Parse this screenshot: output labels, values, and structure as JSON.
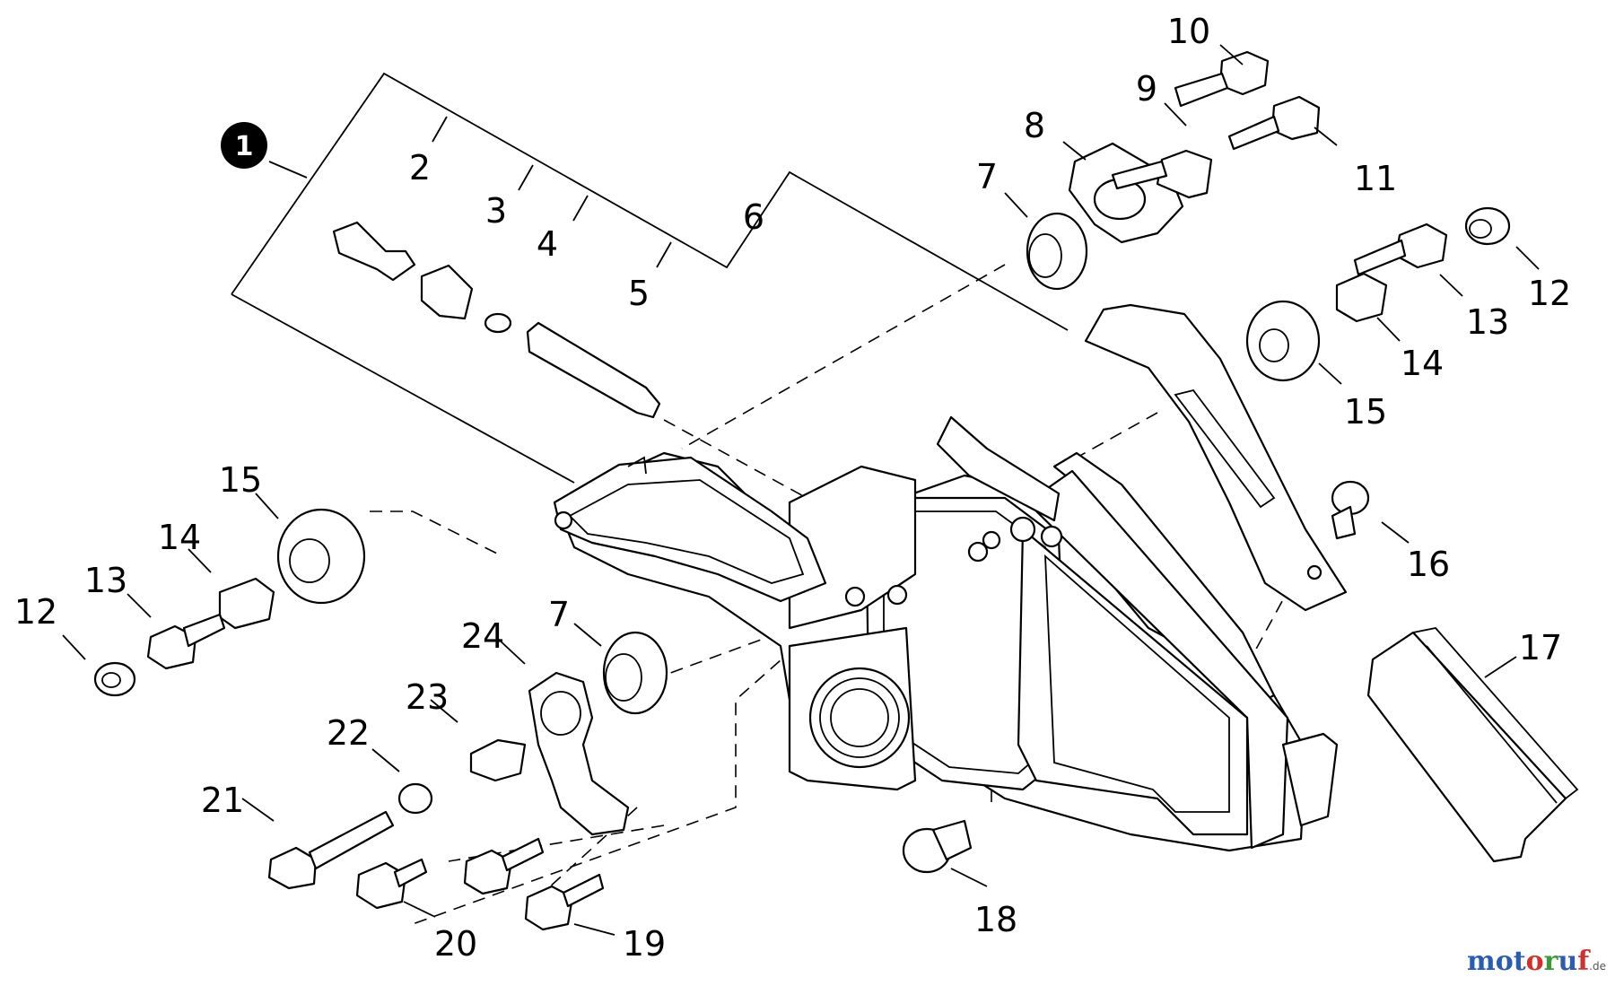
{
  "diagram": {
    "assembly_badge": "1",
    "callouts": [
      "2",
      "3",
      "4",
      "5",
      "6",
      "7",
      "8",
      "9",
      "10",
      "11",
      "12",
      "13",
      "14",
      "15",
      "16",
      "17",
      "18",
      "19",
      "20",
      "21",
      "22",
      "23",
      "24"
    ],
    "watermark": {
      "brand": "motoruf",
      "domain": ".de"
    },
    "colors": {
      "line": "#000000",
      "background": "#ffffff",
      "watermark_blue": "#2a5db0",
      "watermark_red": "#d0312d",
      "watermark_green": "#3a9a3a"
    }
  }
}
